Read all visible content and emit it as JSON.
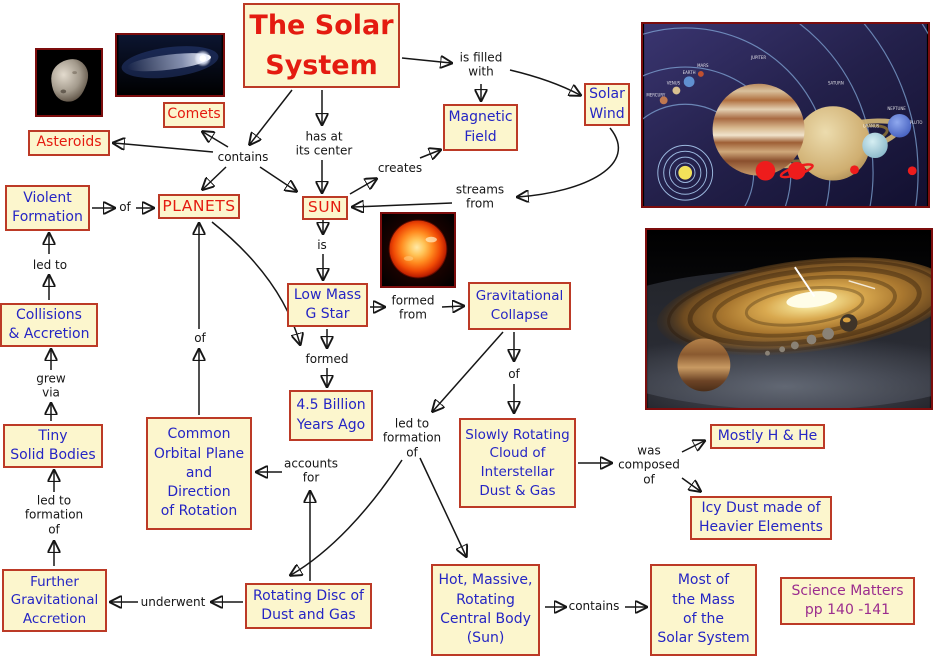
{
  "title": "The Solar\nSystem",
  "nodes": {
    "comets": "Comets",
    "asteroids": "Asteroids",
    "violent_formation": "Violent\nFormation",
    "planets": "PLANETS",
    "sun": "SUN",
    "magnetic_field": "Magnetic\nField",
    "solar_wind": "Solar\nWind",
    "low_mass_g_star": "Low Mass\nG Star",
    "gravitational_collapse": "Gravitational\nCollapse",
    "collisions_accretion": "Collisions\n& Accretion",
    "tiny_solid_bodies": "Tiny\nSolid Bodies",
    "billion_years": "4.5 Billion\nYears Ago",
    "common_orbital": "Common\nOrbital Plane\nand\nDirection\nof Rotation",
    "slowly_rotating_cloud": "Slowly Rotating\nCloud of\nInterstellar\nDust & Gas",
    "mostly_h_he": "Mostly H & He",
    "icy_dust": "Icy Dust made of\nHeavier Elements",
    "further_accretion": "Further\nGravitational\nAccretion",
    "rotating_disc": "Rotating Disc of\nDust and Gas",
    "hot_massive": "Hot, Massive,\nRotating\nCentral Body\n(Sun)",
    "most_mass": "Most of\nthe Mass\nof the\nSolar System",
    "reference": "Science Matters\npp 140 -141"
  },
  "connectors": {
    "contains_top": "contains",
    "of_violent": "of",
    "has_at_center": "has at\nits center",
    "is_filled_with": "is filled\nwith",
    "creates": "creates",
    "streams_from": "streams\nfrom",
    "is": "is",
    "formed_from": "formed\nfrom",
    "formed": "formed",
    "led_to": "led to",
    "grew_via": "grew\nvia",
    "led_to_formation_left": "led to\nformation\nof",
    "underwent": "underwent",
    "accounts_for": "accounts\nfor",
    "of_common": "of",
    "of_collapse": "of",
    "led_to_formation_center": "led to\nformation\nof",
    "was_composed_of": "was\ncomposed\nof",
    "contains_bottom": "contains"
  },
  "images": {
    "asteroid": "asteroid-photo",
    "comet": "comet-photo",
    "solar_system": "solar-system-planets-photo",
    "sun": "sun-photo",
    "protoplanetary": "protoplanetary-disc-photo",
    "solar_system_labels": {
      "mercury": "MERCURY",
      "venus": "VENUS",
      "earth": "EARTH",
      "mars": "MARS",
      "jupiter": "JUPITER",
      "saturn": "SATURN",
      "uranus": "URANUS",
      "neptune": "NEPTUNE",
      "pluto": "PLUTO"
    }
  },
  "colors": {
    "box_fill": "#FCF6CD",
    "box_border": "#BC3A26",
    "blue_text": "#2525C4",
    "red_text": "#E41B10",
    "purple_text": "#9B2D8E",
    "label_text": "#161616"
  }
}
